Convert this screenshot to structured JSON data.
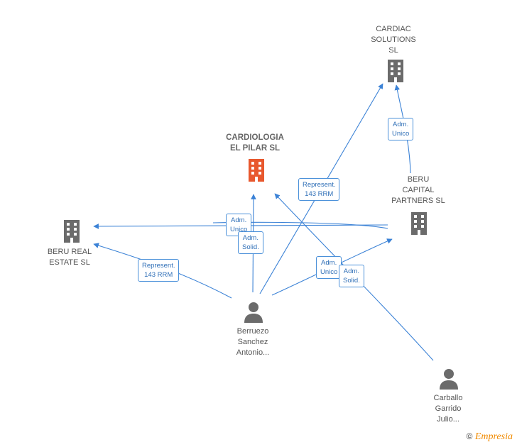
{
  "nodes": {
    "cardiologia": {
      "label": "CARDIOLOGIA\nEL PILAR  SL",
      "type": "company",
      "color": "#e8582e"
    },
    "cardiac": {
      "label": "CARDIAC\nSOLUTIONS\nSL",
      "type": "company",
      "color": "#6b6b6b"
    },
    "beru_capital": {
      "label": "BERU\nCAPITAL\nPARTNERS  SL",
      "type": "company",
      "color": "#6b6b6b"
    },
    "beru_real": {
      "label": "BERU REAL\nESTATE  SL",
      "type": "company",
      "color": "#6b6b6b"
    },
    "berruezo": {
      "label": "Berruezo\nSanchez\nAntonio...",
      "type": "person",
      "color": "#6b6b6b"
    },
    "carballo": {
      "label": "Carballo\nGarrido\nJulio...",
      "type": "person",
      "color": "#6b6b6b"
    }
  },
  "edge_labels": {
    "adm_unico_1": "Adm.\nUnico",
    "represent_1": "Represent.\n143 RRM",
    "adm_unico_2": "Adm.\nUnico",
    "adm_solid_1": "Adm.\nSolid.",
    "represent_2": "Represent.\n143 RRM",
    "adm_unico_3": "Adm.\nUnico",
    "adm_solid_2": "Adm.\nSolid."
  },
  "colors": {
    "edge": "#3b82d6",
    "accent": "#e8582e"
  },
  "copyright": {
    "symbol": "©",
    "brand": "Empresia"
  }
}
